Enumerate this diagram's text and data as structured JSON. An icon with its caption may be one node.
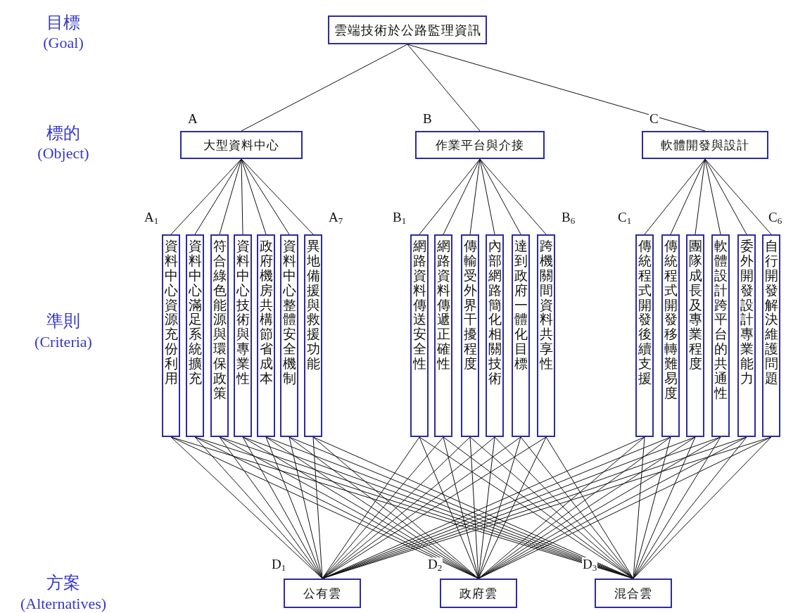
{
  "diagram": {
    "nodes": [
      {
        "text": [
          "雲端技術於公路監理資訊"
        ]
      },
      {
        "text": [
          "大型資料中心"
        ],
        "beside": [
          "A"
        ]
      },
      {
        "text": [
          "作業平台與介接"
        ],
        "beside": [
          "B"
        ]
      },
      {
        "text": [
          "軟體開發與設計"
        ],
        "beside": [
          "C"
        ]
      },
      {
        "text": [
          "資料中心資源充份利用"
        ],
        "beside": [
          "A$_{1}$"
        ]
      },
      {
        "text": [
          "資料中心滿足系統擴充"
        ]
      },
      {
        "text": [
          "符合綠色能源與環保政策"
        ]
      },
      {
        "text": [
          "資料中心技術與專業性"
        ]
      },
      {
        "text": [
          "政府機房共構節省成本"
        ]
      },
      {
        "text": [
          "資料中心整體安全機制"
        ]
      },
      {
        "text": [
          "異地備援與救援功能"
        ],
        "beside": [
          "A$_{7}$"
        ]
      },
      {
        "text": [
          "網路資料傳送安全性"
        ],
        "beside": [
          "B$_{1}$"
        ]
      },
      {
        "text": [
          "網路資料傳遞正確性"
        ]
      },
      {
        "text": [
          "傳輸受外界干擾程度"
        ]
      },
      {
        "text": [
          "內部網路簡化相關技術"
        ]
      },
      {
        "text": [
          "達到政府一體化目標"
        ]
      },
      {
        "text": [
          "跨機關間資料共享性"
        ],
        "beside": [
          "B$_{6}$"
        ]
      },
      {
        "text": [
          "傳統程式開發後續支援"
        ],
        "beside": [
          "C$_{1}$"
        ]
      },
      {
        "text": [
          "傳統程式開發移轉難易度"
        ]
      },
      {
        "text": [
          "團隊成長及專業程度"
        ]
      },
      {
        "text": [
          "軟體設計跨平台的共通性"
        ]
      },
      {
        "text": [
          "委外開發設計專業能力"
        ]
      },
      {
        "text": [
          "自行開發解決維護問題"
        ],
        "beside": [
          "C$_{6}$"
        ]
      },
      {
        "text": [
          "公有雲"
        ],
        "beside": [
          "D$_{1}$"
        ]
      },
      {
        "text": [
          "政府雲"
        ],
        "beside": [
          "D$_{2}$"
        ]
      },
      {
        "text": [
          "混合雲"
        ],
        "beside": [
          "D$_{3}$"
        ]
      }
    ],
    "edges": [
      {
        "from": 0,
        "to": 1,
        "arrow": "none"
      },
      {
        "from": 0,
        "to": 2,
        "arrow": "none"
      },
      {
        "from": 0,
        "to": 3,
        "arrow": "none"
      },
      {
        "from": 1,
        "to": 4,
        "arrow": "none"
      },
      {
        "from": 1,
        "to": 5,
        "arrow": "none"
      },
      {
        "from": 1,
        "to": 6,
        "arrow": "none"
      },
      {
        "from": 1,
        "to": 7,
        "arrow": "none"
      },
      {
        "from": 1,
        "to": 8,
        "arrow": "none"
      },
      {
        "from": 1,
        "to": 9,
        "arrow": "none"
      },
      {
        "from": 1,
        "to": 10,
        "arrow": "none"
      },
      {
        "from": 2,
        "to": 11,
        "arrow": "none"
      },
      {
        "from": 2,
        "to": 12,
        "arrow": "none"
      },
      {
        "from": 2,
        "to": 13,
        "arrow": "none"
      },
      {
        "from": 2,
        "to": 14,
        "arrow": "none"
      },
      {
        "from": 2,
        "to": 15,
        "arrow": "none"
      },
      {
        "from": 2,
        "to": 16,
        "arrow": "none"
      },
      {
        "from": 3,
        "to": 17,
        "arrow": "none"
      },
      {
        "from": 3,
        "to": 18,
        "arrow": "none"
      },
      {
        "from": 3,
        "to": 19,
        "arrow": "none"
      },
      {
        "from": 3,
        "to": 20,
        "arrow": "none"
      },
      {
        "from": 3,
        "to": 21,
        "arrow": "none"
      },
      {
        "from": 3,
        "to": 22,
        "arrow": "none"
      },
      {
        "from": 4,
        "to": 23,
        "arrow": "none"
      },
      {
        "from": 4,
        "to": 24,
        "arrow": "none"
      },
      {
        "from": 4,
        "to": 25,
        "arrow": "none"
      },
      {
        "from": 5,
        "to": 23,
        "arrow": "none"
      },
      {
        "from": 5,
        "to": 24,
        "arrow": "none"
      },
      {
        "from": 5,
        "to": 25,
        "arrow": "none"
      },
      {
        "from": 6,
        "to": 23,
        "arrow": "none"
      },
      {
        "from": 6,
        "to": 24,
        "arrow": "none"
      },
      {
        "from": 6,
        "to": 25,
        "arrow": "none"
      },
      {
        "from": 7,
        "to": 23,
        "arrow": "none"
      },
      {
        "from": 7,
        "to": 24,
        "arrow": "none"
      },
      {
        "from": 7,
        "to": 25,
        "arrow": "none"
      },
      {
        "from": 8,
        "to": 23,
        "arrow": "none"
      },
      {
        "from": 8,
        "to": 24,
        "arrow": "none"
      },
      {
        "from": 8,
        "to": 25,
        "arrow": "none"
      },
      {
        "from": 9,
        "to": 23,
        "arrow": "none"
      },
      {
        "from": 9,
        "to": 24,
        "arrow": "none"
      },
      {
        "from": 9,
        "to": 25,
        "arrow": "none"
      },
      {
        "from": 10,
        "to": 23,
        "arrow": "none"
      },
      {
        "from": 10,
        "to": 24,
        "arrow": "none"
      },
      {
        "from": 10,
        "to": 25,
        "arrow": "none"
      },
      {
        "from": 11,
        "to": 23,
        "arrow": "none"
      },
      {
        "from": 11,
        "to": 24,
        "arrow": "none"
      },
      {
        "from": 11,
        "to": 25,
        "arrow": "none"
      },
      {
        "from": 12,
        "to": 23,
        "arrow": "none"
      },
      {
        "from": 12,
        "to": 24,
        "arrow": "none"
      },
      {
        "from": 12,
        "to": 25,
        "arrow": "none"
      },
      {
        "from": 13,
        "to": 23,
        "arrow": "none"
      },
      {
        "from": 13,
        "to": 24,
        "arrow": "none"
      },
      {
        "from": 13,
        "to": 25,
        "arrow": "none"
      },
      {
        "from": 14,
        "to": 23,
        "arrow": "none"
      },
      {
        "from": 14,
        "to": 24,
        "arrow": "none"
      },
      {
        "from": 14,
        "to": 25,
        "arrow": "none"
      },
      {
        "from": 15,
        "to": 23,
        "arrow": "none"
      },
      {
        "from": 15,
        "to": 24,
        "arrow": "none"
      },
      {
        "from": 15,
        "to": 25,
        "arrow": "none"
      },
      {
        "from": 16,
        "to": 23,
        "arrow": "none"
      },
      {
        "from": 16,
        "to": 24,
        "arrow": "none"
      },
      {
        "from": 16,
        "to": 25,
        "arrow": "none"
      },
      {
        "from": 17,
        "to": 23,
        "arrow": "none"
      },
      {
        "from": 17,
        "to": 24,
        "arrow": "none"
      },
      {
        "from": 17,
        "to": 25,
        "arrow": "none"
      },
      {
        "from": 18,
        "to": 23,
        "arrow": "none"
      },
      {
        "from": 18,
        "to": 24,
        "arrow": "none"
      },
      {
        "from": 18,
        "to": 25,
        "arrow": "none"
      },
      {
        "from": 19,
        "to": 23,
        "arrow": "none"
      },
      {
        "from": 19,
        "to": 24,
        "arrow": "none"
      },
      {
        "from": 19,
        "to": 25,
        "arrow": "none"
      },
      {
        "from": 20,
        "to": 23,
        "arrow": "none"
      },
      {
        "from": 20,
        "to": 24,
        "arrow": "none"
      },
      {
        "from": 20,
        "to": 25,
        "arrow": "none"
      },
      {
        "from": 21,
        "to": 23,
        "arrow": "none"
      },
      {
        "from": 21,
        "to": 24,
        "arrow": "none"
      },
      {
        "from": 21,
        "to": 25,
        "arrow": "none"
      },
      {
        "from": 22,
        "to": 23,
        "arrow": "none"
      },
      {
        "from": 22,
        "to": 24,
        "arrow": "none"
      },
      {
        "from": 22,
        "to": 25,
        "arrow": "none"
      }
    ],
    "labels": [
      "目標",
      "(Goal)",
      "標的",
      "(Object)",
      "準則",
      "(Criteria)",
      "方案",
      "(Alternatives)"
    ]
  }
}
